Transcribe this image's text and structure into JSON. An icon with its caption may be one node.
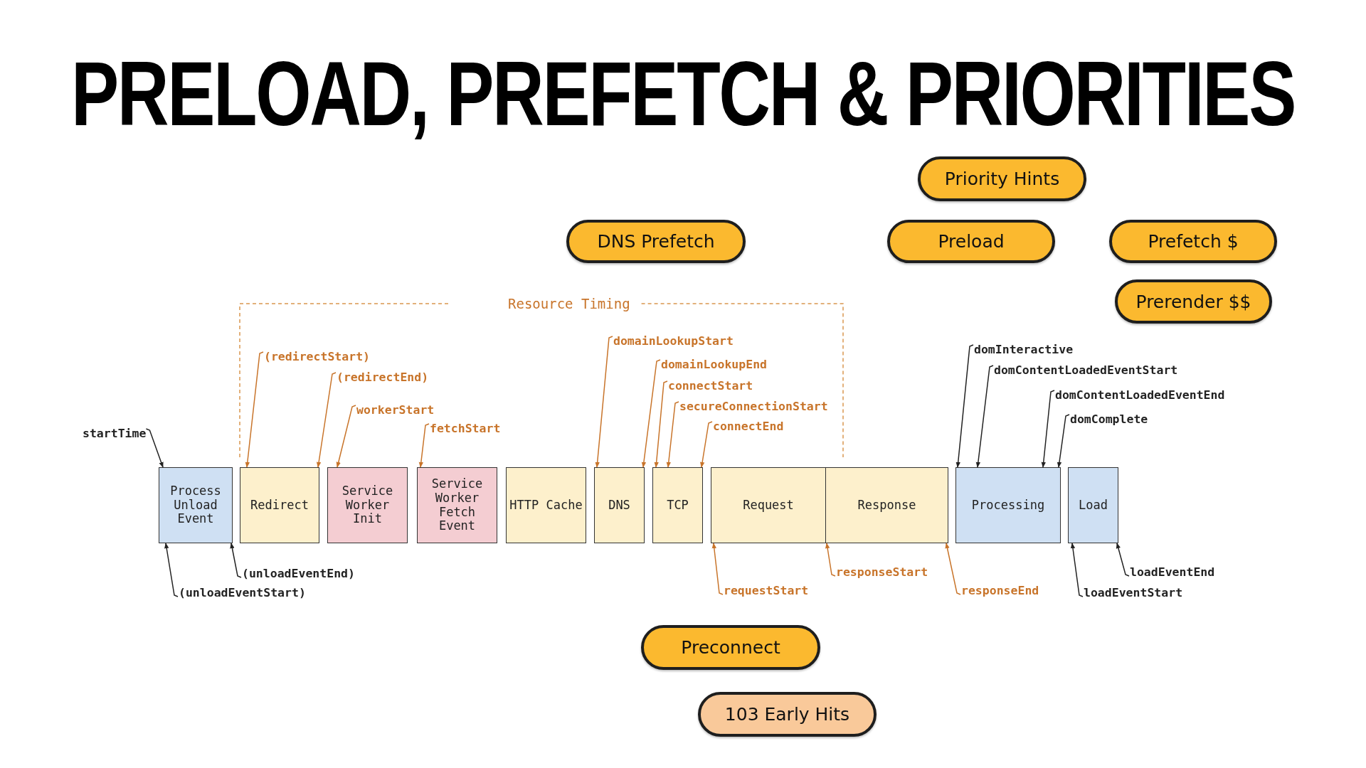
{
  "diagram": {
    "title": "PRELOAD, PREFETCH & PRIORITIES",
    "nodes": [
      {
        "text": [
          "Priority Hints"
        ]
      },
      {
        "text": [
          "DNS Prefetch"
        ]
      },
      {
        "text": [
          "Preload"
        ]
      },
      {
        "text": [
          "Prefetch $"
        ]
      },
      {
        "text": [
          "Prerender $$"
        ]
      },
      {
        "text": [
          "Process Unload Event"
        ]
      },
      {
        "text": [
          "Redirect"
        ]
      },
      {
        "text": [
          "Service Worker Init"
        ]
      },
      {
        "text": [
          "Service Worker Fetch Event"
        ]
      },
      {
        "text": [
          "HTTP Cache"
        ]
      },
      {
        "text": [
          "DNS"
        ]
      },
      {
        "text": [
          "TCP"
        ]
      },
      {
        "text": [
          "Request"
        ]
      },
      {
        "text": [
          "Response"
        ]
      },
      {
        "text": [
          "Processing"
        ]
      },
      {
        "text": [
          "Load"
        ]
      },
      {
        "text": [
          "startTime"
        ]
      },
      {
        "text": [
          "(redirectStart)"
        ]
      },
      {
        "text": [
          "(redirectEnd)"
        ]
      },
      {
        "text": [
          "workerStart"
        ]
      },
      {
        "text": [
          "fetchStart"
        ]
      },
      {
        "text": [
          "domainLookupStart"
        ]
      },
      {
        "text": [
          "domainLookupEnd"
        ]
      },
      {
        "text": [
          "connectStart"
        ]
      },
      {
        "text": [
          "secureConnectionStart"
        ]
      },
      {
        "text": [
          "connectEnd"
        ]
      },
      {
        "text": [
          "domInteractive"
        ]
      },
      {
        "text": [
          "domContentLoadedEventStart"
        ]
      },
      {
        "text": [
          "domContentLoadedEventEnd"
        ]
      },
      {
        "text": [
          "domComplete"
        ]
      },
      {
        "text": [
          "(unloadEventEnd)"
        ]
      },
      {
        "text": [
          "(unloadEventStart)"
        ]
      },
      {
        "text": [
          "requestStart"
        ]
      },
      {
        "text": [
          "responseStart"
        ]
      },
      {
        "text": [
          "responseEnd"
        ]
      },
      {
        "text": [
          "loadEventEnd"
        ]
      },
      {
        "text": [
          "loadEventStart"
        ]
      },
      {
        "text": [
          "Preconnect"
        ]
      },
      {
        "text": [
          "103 Early Hits"
        ]
      }
    ],
    "edges": [
      {
        "from": 16,
        "to": 5,
        "arrow": "to",
        "color": "#222222"
      },
      {
        "from": 17,
        "to": 6,
        "arrow": "to"
      },
      {
        "from": 18,
        "to": 6,
        "arrow": "to"
      },
      {
        "from": 19,
        "to": 7,
        "arrow": "to"
      },
      {
        "from": 20,
        "to": 8,
        "arrow": "to"
      },
      {
        "from": 21,
        "to": 10,
        "arrow": "to"
      },
      {
        "from": 22,
        "to": 10,
        "arrow": "to"
      },
      {
        "from": 23,
        "to": 11,
        "arrow": "to"
      },
      {
        "from": 24,
        "to": 11,
        "arrow": "to"
      },
      {
        "from": 25,
        "to": 11,
        "arrow": "to"
      },
      {
        "from": 26,
        "to": 14,
        "arrow": "to",
        "color": "#222222"
      },
      {
        "from": 27,
        "to": 14,
        "arrow": "to",
        "color": "#222222"
      },
      {
        "from": 28,
        "to": 14,
        "arrow": "to",
        "color": "#222222"
      },
      {
        "from": 29,
        "to": 14,
        "arrow": "to",
        "color": "#222222"
      },
      {
        "from": 30,
        "to": 5,
        "arrow": "to",
        "color": "#222222"
      },
      {
        "from": 31,
        "to": 5,
        "arrow": "to",
        "color": "#222222"
      },
      {
        "from": 32,
        "to": 12,
        "arrow": "to"
      },
      {
        "from": 33,
        "to": 13,
        "arrow": "to"
      },
      {
        "from": 34,
        "to": 13,
        "arrow": "to"
      },
      {
        "from": 35,
        "to": 15,
        "arrow": "to",
        "color": "#222222"
      },
      {
        "from": 36,
        "to": 15,
        "arrow": "to",
        "color": "#222222"
      }
    ],
    "labels": [
      "Resource Timing"
    ]
  }
}
